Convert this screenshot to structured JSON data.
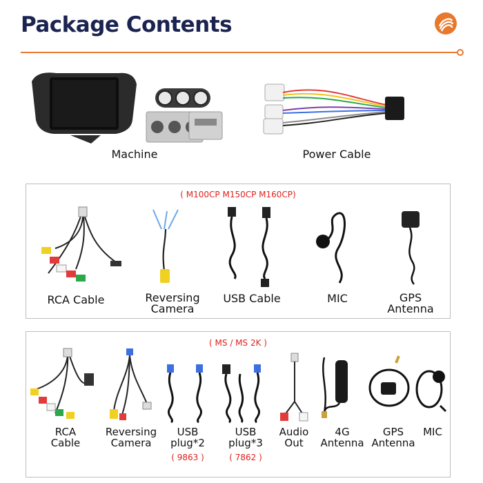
{
  "header": {
    "title": "Package Contents",
    "accent_color": "#e8782c",
    "title_color": "#1b2450",
    "logo_icon": "orange-coil-logo-icon"
  },
  "top_items": [
    {
      "label": "Machine",
      "icon": "car-stereo-panel-icon"
    },
    {
      "label": "Power Cable",
      "icon": "wiring-harness-icon"
    }
  ],
  "panel1": {
    "note": "( M100CP M150CP M160CP)",
    "items": [
      {
        "label": "RCA Cable",
        "icon": "rca-cable-icon"
      },
      {
        "label": "Reversing Camera",
        "lines": [
          "Reversing",
          "Camera"
        ],
        "icon": "reversing-camera-cable-icon"
      },
      {
        "label": "USB Cable",
        "icon": "usb-cable-icon"
      },
      {
        "label": "MIC",
        "icon": "microphone-icon"
      },
      {
        "label": "GPS Antenna",
        "lines": [
          "GPS",
          "Antenna"
        ],
        "icon": "gps-antenna-icon"
      }
    ]
  },
  "panel2": {
    "note": "( MS / MS 2K )",
    "items": [
      {
        "lines": [
          "RCA",
          "Cable"
        ],
        "icon": "rca-cable-icon"
      },
      {
        "lines": [
          "Reversing",
          "Camera"
        ],
        "icon": "reversing-camera-cable-icon"
      },
      {
        "lines": [
          "USB",
          "plug*2"
        ],
        "sub": "( 9863 )",
        "icon": "usb-plug-2-icon"
      },
      {
        "lines": [
          "USB",
          "plug*3"
        ],
        "sub": "( 7862 )",
        "icon": "usb-plug-3-icon"
      },
      {
        "lines": [
          "Audio",
          "Out"
        ],
        "icon": "audio-out-cable-icon"
      },
      {
        "lines": [
          "4G",
          "Antenna"
        ],
        "icon": "4g-antenna-icon"
      },
      {
        "lines": [
          "GPS",
          "Antenna"
        ],
        "icon": "gps-antenna-icon"
      },
      {
        "lines": [
          "MIC"
        ],
        "icon": "microphone-icon"
      }
    ]
  }
}
